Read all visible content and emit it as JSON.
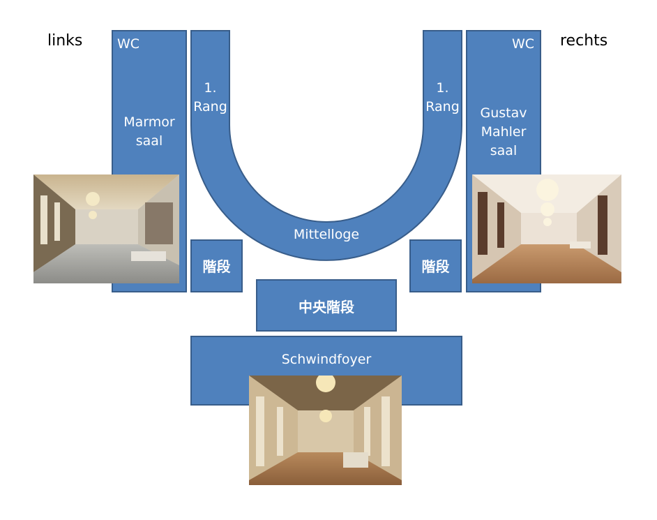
{
  "labels": {
    "left": "links",
    "right": "rechts",
    "wc_left": "WC",
    "wc_right": "WC",
    "marmor_1": "Marmor",
    "marmor_2": "saal",
    "gustav_1": "Gustav",
    "gustav_2": "Mahler",
    "gustav_3": "saal",
    "rang_left_1": "1.",
    "rang_left_2": "Rang",
    "rang_right_1": "1.",
    "rang_right_2": "Rang",
    "mittelloge": "Mittelloge",
    "stairs_left": "階段",
    "stairs_right": "階段",
    "central_stairs": "中央階段",
    "schwindfoyer": "Schwindfoyer"
  },
  "colors": {
    "block_fill": "#4f81bd",
    "block_border": "#385d8a",
    "text_on_block": "#ffffff"
  },
  "photos": {
    "marmorsaal": "Marmorsaal hall photo",
    "mahlersaal": "Gustav Mahler saal hall photo",
    "schwindfoyer": "Schwindfoyer hall photo"
  }
}
